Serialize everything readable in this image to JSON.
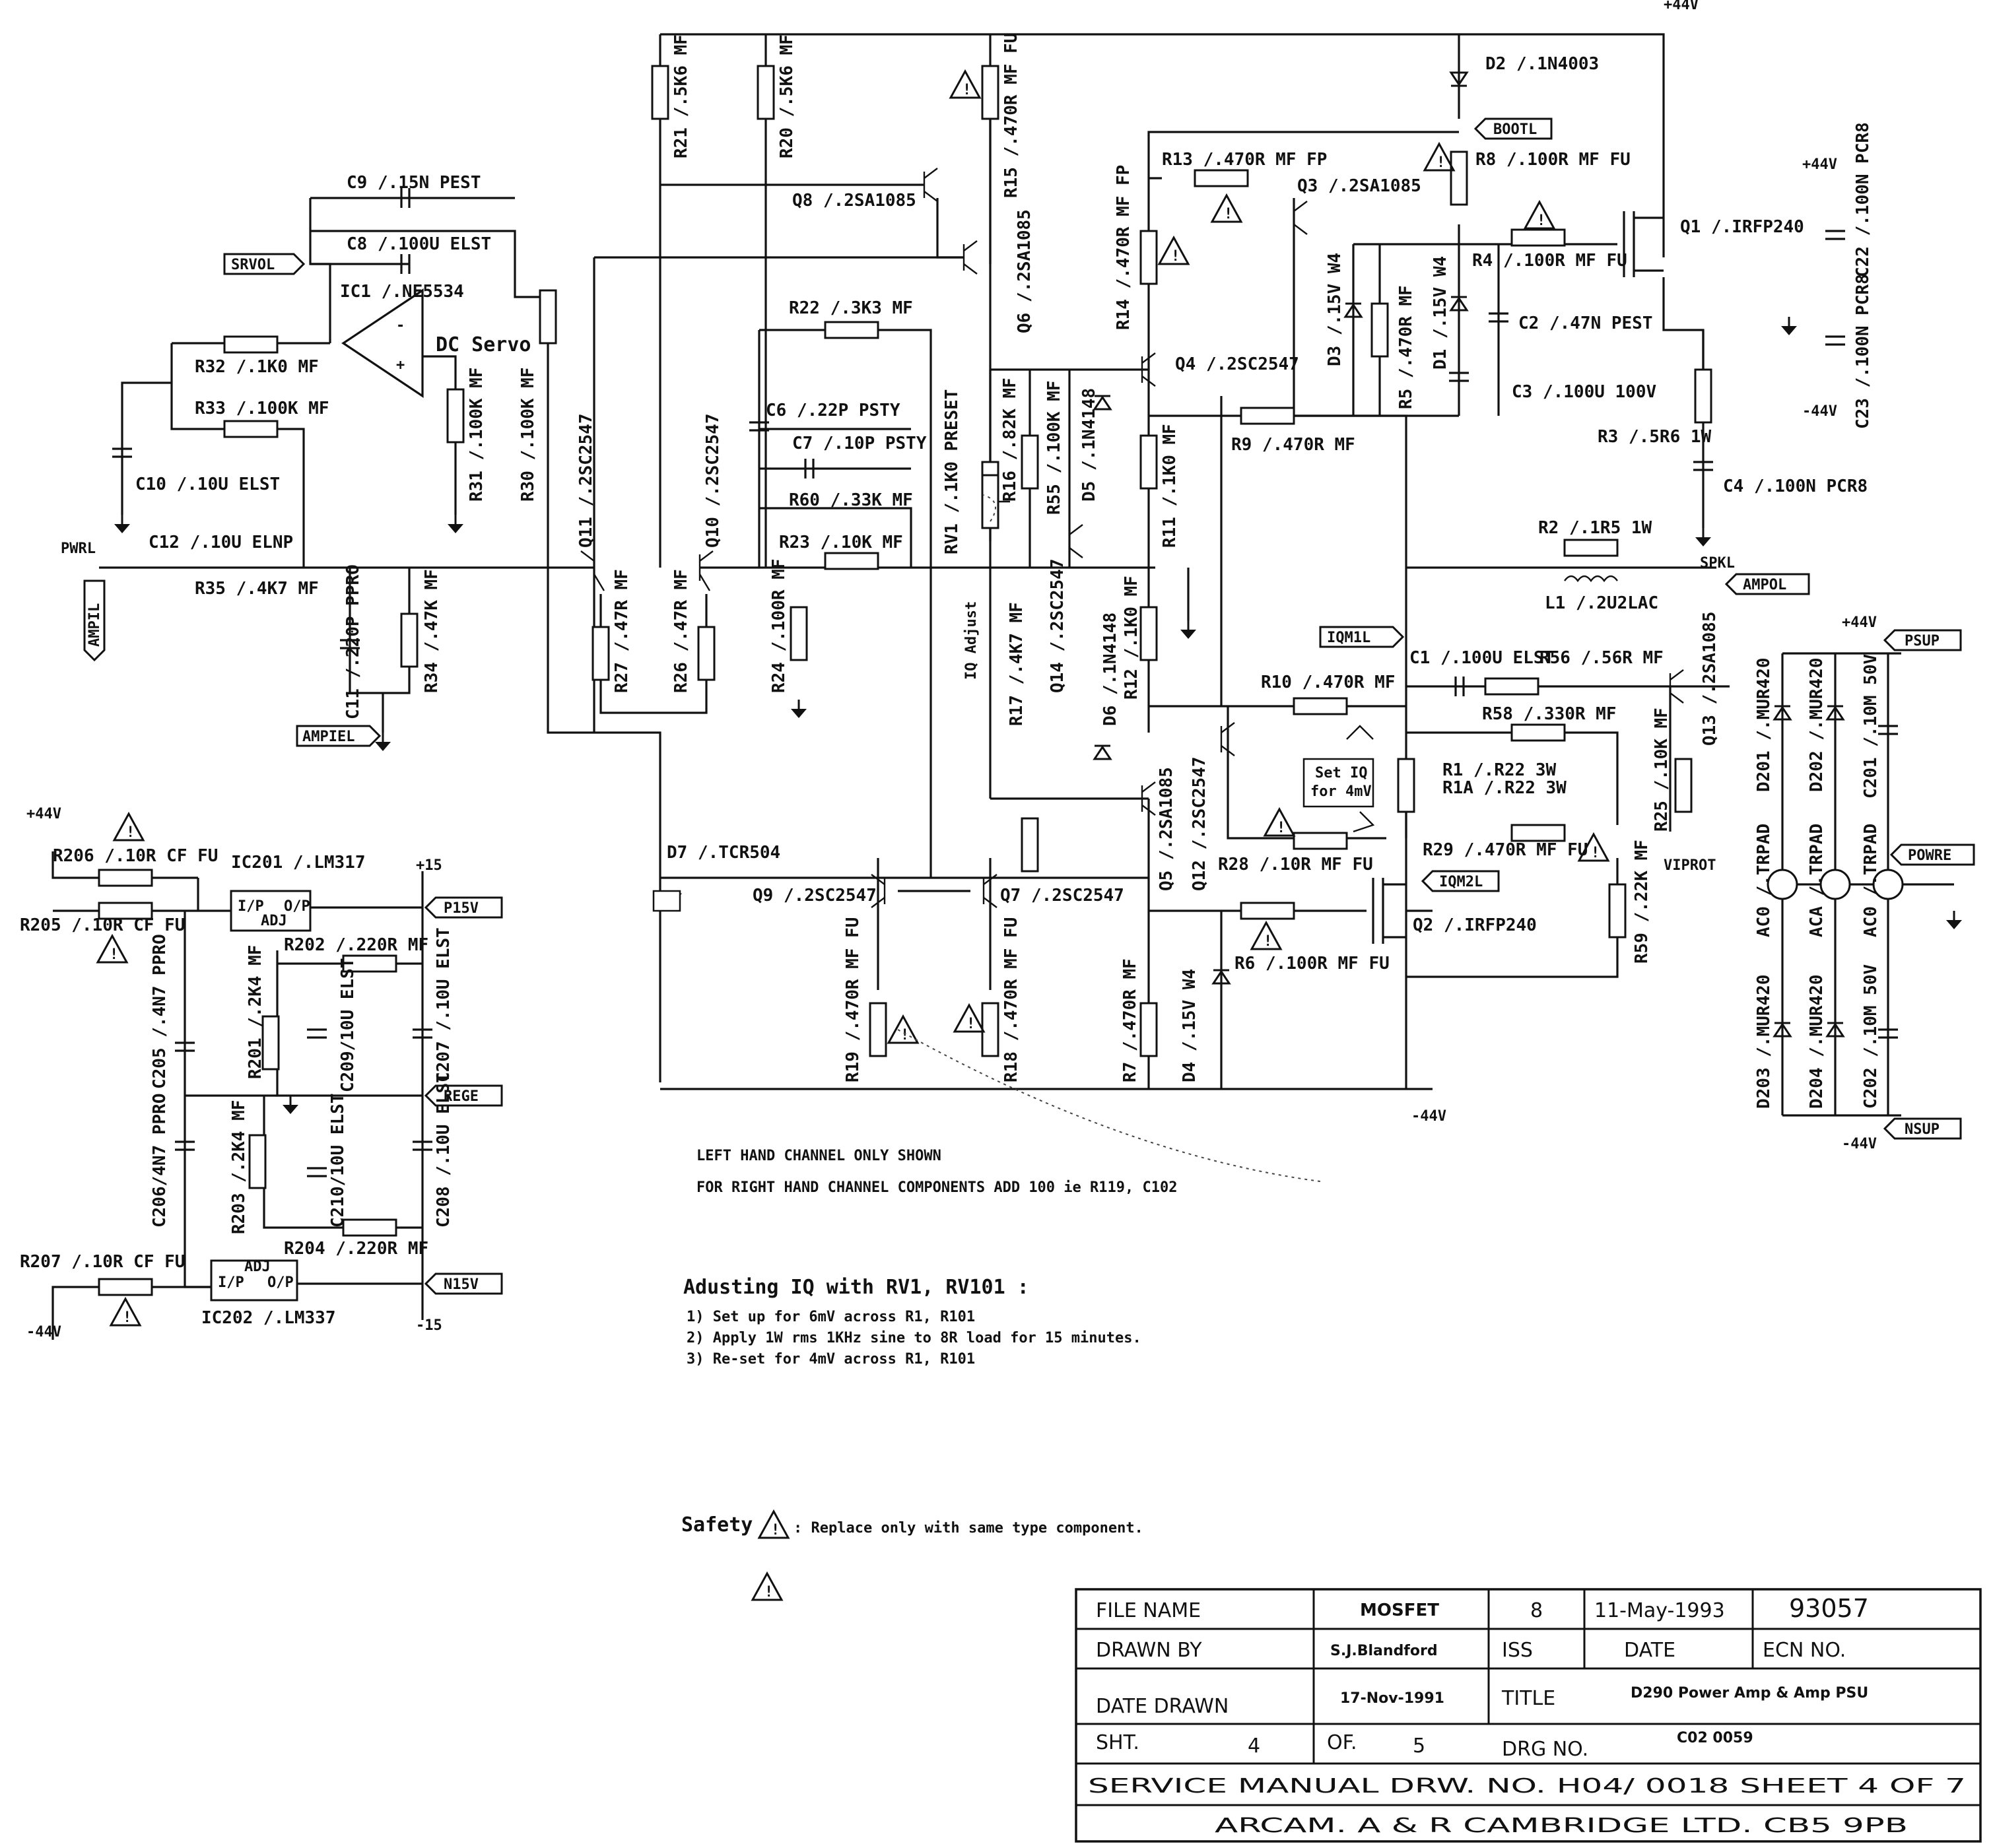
{
  "labels": {
    "rail_pos": "+44V",
    "rail_neg": "-44V",
    "plus15": "+15",
    "minus15": "-15",
    "rail_pos_psu": "+44V",
    "rail_neg_psu": "-44V",
    "rail_pos_reg": "+44V",
    "rail_neg_reg": "-44V",
    "rail_pos_c22": "+44V",
    "rail_neg_c23": "-44V",
    "pwrl": "PWRL",
    "spkl": "SPKL",
    "viprot": "VIPROT",
    "dc_servo": "DC Servo",
    "iq_adjust": "IQ Adjust",
    "set_iq": "Set IQ",
    "for_4mv": "for 4mV"
  },
  "ports": {
    "srvol": "SRVOL",
    "ampil": "AMPIL",
    "ampiel": "AMPIEL",
    "bootl": "BOOTL",
    "ampol": "AMPOL",
    "iqm1l": "IQM1L",
    "iqm2l": "IQM2L",
    "psup": "PSUP",
    "powre": "POWRE",
    "nsup": "NSUP",
    "p15v": "P15V",
    "rege": "REGE",
    "n15v": "N15V"
  },
  "components": {
    "c9": "C9 /.15N PEST",
    "c8": "C8 /.100U ELST",
    "ic1": "IC1 /.NE5534",
    "r32": "R32 /.1K0 MF",
    "r33": "R33 /.100K MF",
    "c10": "C10 /.10U ELST",
    "c12": "C12 /.10U ELNP",
    "r35": "R35 /.4K7 MF",
    "c11": "C11 /.220P PPRO",
    "r34": "R34 /.47K MF",
    "r31": "R31 /.100K MF",
    "r30": "R30 /.100K MF",
    "q11": "Q11 /.2SC2547",
    "q10": "Q10 /.2SC2547",
    "r27": "R27 /.47R MF",
    "r26": "R26 /.47R MF",
    "r21": "R21 /.5K6 MF",
    "r20": "R20 /.5K6 MF",
    "r15": "R15 /.470R MF FU",
    "q8": "Q8 /.2SA1085",
    "q6": "Q6 /.2SA1085",
    "r22": "R22 /.3K3 MF",
    "c6": "C6 /.22P PSTY",
    "c7": "C7 /.10P PSTY",
    "r60": "R60 /.33K MF",
    "r23": "R23 /.10K MF",
    "r24": "R24 /.100R MF",
    "rv1": "RV1 /.1K0 PRESET",
    "r16": "R16 /.82K MF",
    "r55": "R55 /.100K MF",
    "d5": "D5 /.1N4148",
    "r17": "R17 /.4K7 MF",
    "q14": "Q14 /.2SC2547",
    "r14": "R14 /.470R MF FP",
    "r13": "R13 /.470R MF FP",
    "q3": "Q3 /.2SA1085",
    "q4": "Q4 /.2SC2547",
    "r11": "R11 /.1K0 MF",
    "r12": "R12 /.1K0 MF",
    "d6": "D6 /.1N4148",
    "d2": "D2 /.1N4003",
    "r8": "R8 /.100R MF FU",
    "r4": "R4 /.100R MF FU",
    "q1": "Q1 /.IRFP240",
    "d3": "D3 /.15V W4",
    "r5": "R5 /.470R MF",
    "d1": "D1 /.15V W4",
    "c2": "C2 /.47N PEST",
    "c3": "C3 /.100U 100V",
    "r9": "R9 /.470R MF",
    "r3": "R3 /.5R6 1W",
    "c4": "C4 /.100N PCR8",
    "c22": "C22 /.100N PCR8",
    "c23": "C23 /.100N PCR8",
    "r2": "R2 /.1R5 1W",
    "l1": "L1 /.2U2LAC",
    "c1": "C1 /.100U ELST",
    "r56": "R56 /.56R MF",
    "r10": "R10 /.470R MF",
    "r58": "R58 /.330R MF",
    "q13": "Q13 /.2SA1085",
    "r25": "R25 /.10K MF",
    "q12": "Q12 /.2SC2547",
    "r1": "R1 /.R22 3W",
    "r1a": "R1A /.R22 3W",
    "r29": "R29 /.470R MF FU",
    "r28": "R28 /.10R MF FU",
    "q5": "Q5 /.2SA1085",
    "d7": "D7 /.TCR504",
    "q9": "Q9 /.2SC2547",
    "q7": "Q7 /.2SC2547",
    "q2": "Q2 /.IRFP240",
    "r6": "R6 /.100R MF FU",
    "r59": "R59 /.22K MF",
    "r19": "R19 /.470R MF FU",
    "r18": "R18 /.470R MF FU",
    "r7": "R7 /.470R MF",
    "d4": "D4 /.15V W4",
    "d201": "D201 /.MUR420",
    "d202": "D202 /.MUR420",
    "c201": "C201 /.10M 50V",
    "ac0a": "AC0 /.TRPAD",
    "aca": "ACA /.TRPAD",
    "ac0b": "AC0 /.TRPAD",
    "d203": "D203 /.MUR420",
    "d204": "D204 /.MUR420",
    "c202": "C202 /.10M 50V",
    "r206": "R206 /.10R CF FU",
    "r205": "R205 /.10R CF FU",
    "ic201": "IC201 /.LM317",
    "r202": "R202 /.220R MF",
    "c205": "C205 /.4N7 PPRO",
    "r201": "R201 /.2K4 MF",
    "c209": "C209/10U ELST",
    "c207": "C207 /.10U ELST",
    "c206": "C206/4N7 PPRO",
    "r203": "R203 /.2K4 MF",
    "c210": "C210/10U ELST",
    "c208": "C208 /.10U ELST",
    "r204": "R204 /.220R MF",
    "r207": "R207 /.10R CF FU",
    "ic202": "IC202 /.LM337"
  },
  "notes": {
    "line1": "LEFT HAND CHANNEL ONLY SHOWN",
    "line2": "FOR RIGHT HAND CHANNEL COMPONENTS ADD 100 ie R119, C102",
    "iq_title": "Adusting IQ with RV1, RV101 :",
    "iq_step1": "1) Set up for 6mV across R1, R101",
    "iq_step2": "2) Apply 1W rms 1KHz sine to 8R load for 15 minutes.",
    "iq_step3": "3) Re-set for 4mV across R1, R101",
    "safety_prefix": "Safety",
    "safety_text": ": Replace only with same type component."
  },
  "title_block": {
    "file_name_label": "FILE NAME",
    "file_name": "MOSFET",
    "issue_num": "8",
    "issue_date": "11-May-1993",
    "ecn": "93057",
    "drawn_by_label": "DRAWN BY",
    "drawn_by": "S.J.Blandford",
    "iss_label": "ISS",
    "date_label": "DATE",
    "ecn_label": "ECN NO.",
    "date_drawn_label": "DATE DRAWN",
    "date_drawn": "17-Nov-1991",
    "title_label": "TITLE",
    "title": "D290 Power Amp & Amp PSU",
    "sht_label": "SHT.",
    "sht": "4",
    "of_label": "OF.",
    "of": "5",
    "drg_label": "DRG NO.",
    "drg": "C02 0059",
    "service_manual": "SERVICE MANUAL DRW. NO. H04/ 0018 SHEET 4 OF 7",
    "company": "ARCAM. A & R CAMBRIDGE LTD. CB5 9PB"
  }
}
